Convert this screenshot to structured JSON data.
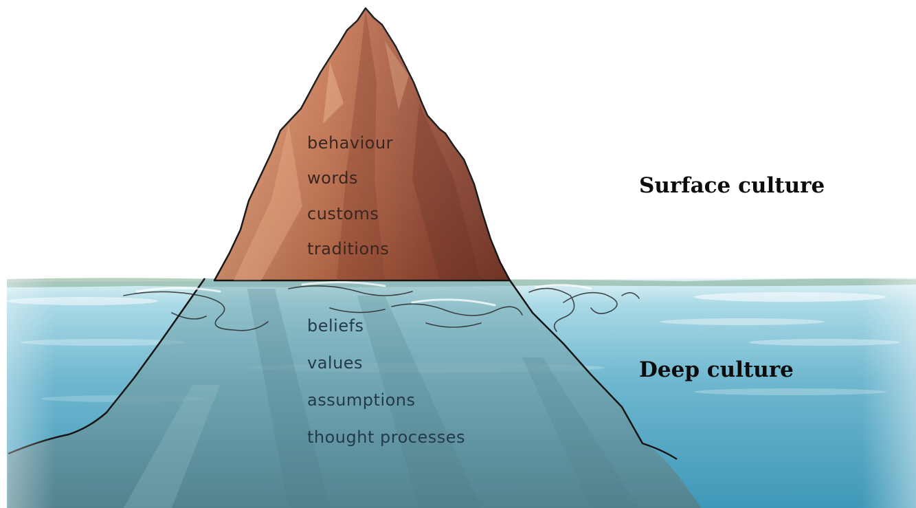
{
  "labels": {
    "surface_heading": "Surface culture",
    "deep_heading": "Deep culture",
    "surface_items": [
      "behaviour",
      "words",
      "customs",
      "traditions"
    ],
    "deep_items": [
      "beliefs",
      "values",
      "assumptions",
      "thought processes"
    ]
  },
  "colors": {
    "rock_light": "#d38a62",
    "rock_mid": "#a8573c",
    "rock_dark": "#6f3528",
    "water_light": "#cfe9f0",
    "water_mid": "#6fb7cf",
    "water_deep": "#3f98b8",
    "submerged": "#6d9aa3",
    "outline": "#141414"
  }
}
